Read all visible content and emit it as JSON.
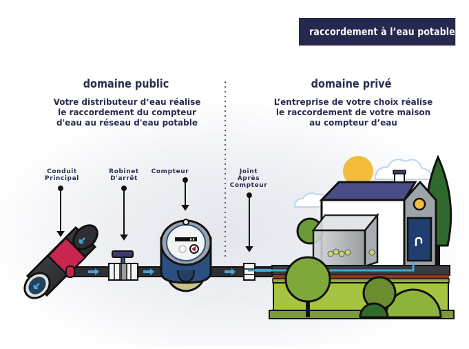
{
  "banner": {
    "title": "raccordement à l’eau potable"
  },
  "public_domain": {
    "heading": "domaine public",
    "description": "Votre distributeur d’eau réalise\nle raccordement du compteur\nd'eau au réseau d'eau potable"
  },
  "private_domain": {
    "heading": "domaine privé",
    "description": "L’entreprise de votre choix réalise\nle raccordement de votre maison\nau compteur d’eau"
  },
  "components": [
    {
      "id": "conduit-principal",
      "label": "Conduit\nPrincipal",
      "icon": "main-pipe-icon"
    },
    {
      "id": "robinet-darret",
      "label": "Robinet\nD'arrêt",
      "icon": "stop-valve-icon"
    },
    {
      "id": "compteur",
      "label": "Compteur",
      "icon": "water-meter-icon"
    },
    {
      "id": "joint-apres-compteur",
      "label": "Joint\nAprès\nCompteur",
      "icon": "pipe-joint-icon"
    }
  ],
  "colors": {
    "navy": "#27284d",
    "pipe_dark": "#2d2f33",
    "collar_red": "#c8264f",
    "water_blue": "#45a6d6",
    "meter_blue": "#2d4f80",
    "meter_base": "#c9c48a",
    "roof": "#4a4d86",
    "grass_light": "#a6c342",
    "grass_dark": "#7c9a37",
    "soil": "#8a3a24",
    "sun": "#f2bd3c",
    "tree_dark": "#2f6a2c"
  }
}
